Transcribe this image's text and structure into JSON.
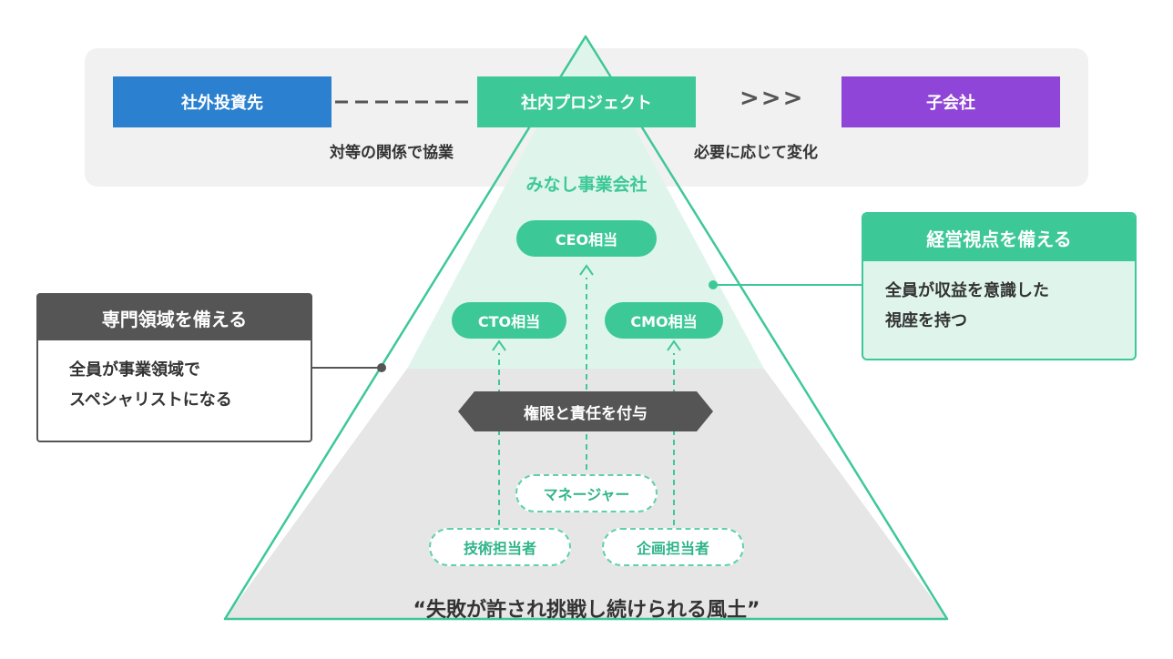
{
  "top_band": {
    "left_box": "社外投資先",
    "center_box": "社内プロジェクト",
    "right_box": "子会社",
    "left_caption": "対等の関係で協業",
    "right_caption": "必要に応じて変化",
    "chevrons": ">>>"
  },
  "pyramid": {
    "title": "みなし事業会社",
    "ceo": "CEO相当",
    "cto": "CTO相当",
    "cmo": "CMO相当",
    "authority": "権限と責任を付与",
    "manager": "マネージャー",
    "tech": "技術担当者",
    "planning": "企画担当者",
    "culture": "“失敗が許され挑戦し続けられる風土”"
  },
  "left_card": {
    "title": "専門領域を備える",
    "body_line1": "全員が事業領域で",
    "body_line2": "スペシャリストになる"
  },
  "right_card": {
    "title": "経営視点を備える",
    "body_line1": "全員が収益を意識した",
    "body_line2": "視座を持つ"
  },
  "colors": {
    "blue": "#2b80cf",
    "green": "#3dc898",
    "purple": "#8f45d8",
    "dark": "#555555",
    "gray_band": "#f1f1f1"
  }
}
